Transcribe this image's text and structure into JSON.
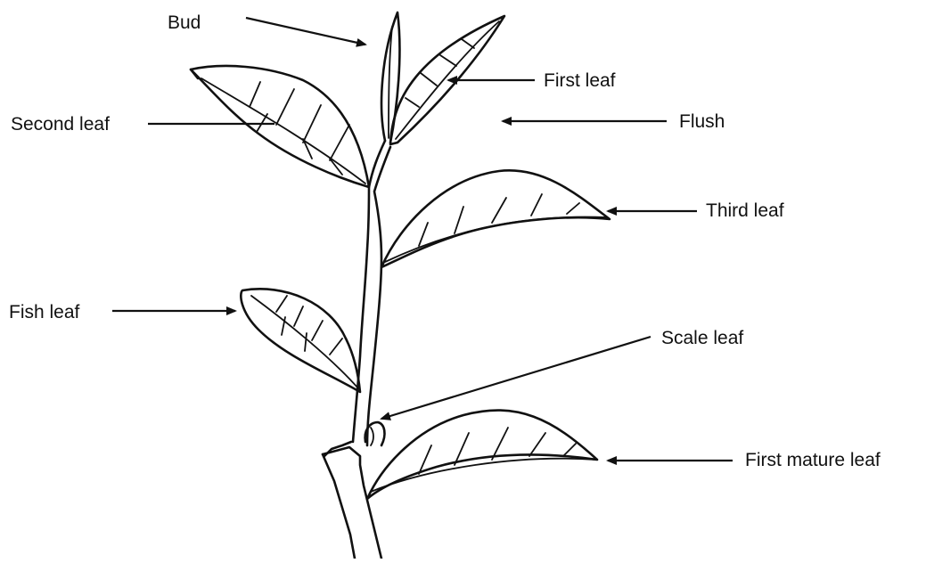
{
  "diagram": {
    "labels": {
      "bud": "Bud",
      "first_leaf": "First leaf",
      "second_leaf": "Second leaf",
      "flush": "Flush",
      "third_leaf": "Third leaf",
      "fish_leaf": "Fish leaf",
      "scale_leaf": "Scale leaf",
      "first_mature_leaf": "First mature leaf"
    }
  }
}
